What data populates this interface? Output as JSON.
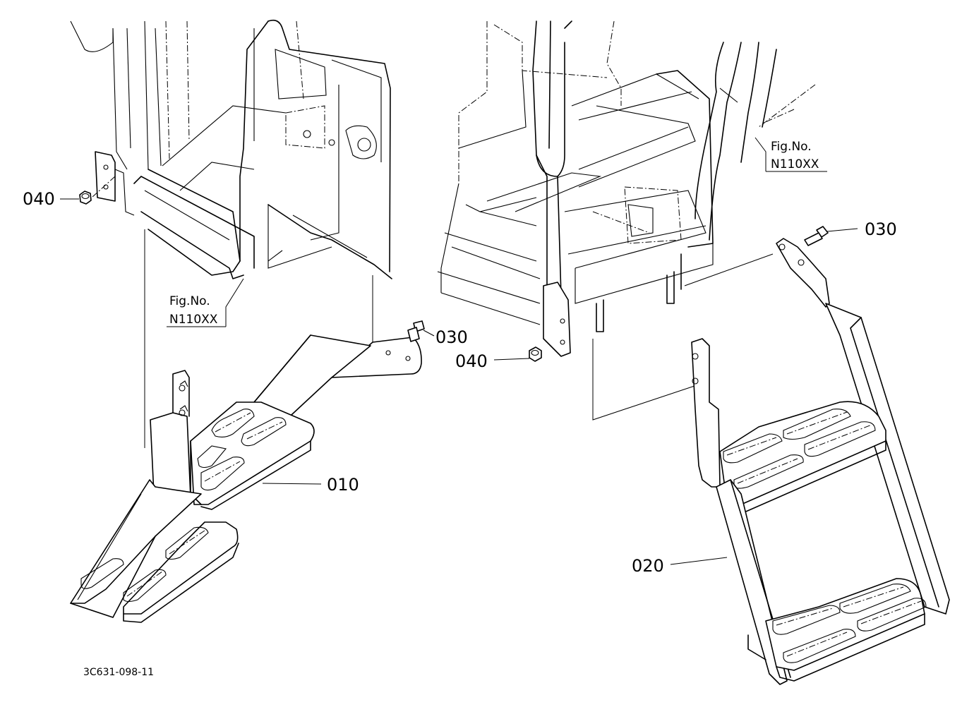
{
  "labels": {
    "p040_left": "040",
    "p030_upper": "030",
    "p030_mid": "030",
    "p040_mid": "040",
    "p010": "010",
    "p020": "020"
  },
  "fig_refs": {
    "left": {
      "line1": "Fig.No.",
      "line2": "N110XX"
    },
    "right": {
      "line1": "Fig.No.",
      "line2": "N110XX"
    }
  },
  "drawing_code": "3C631-098-11"
}
